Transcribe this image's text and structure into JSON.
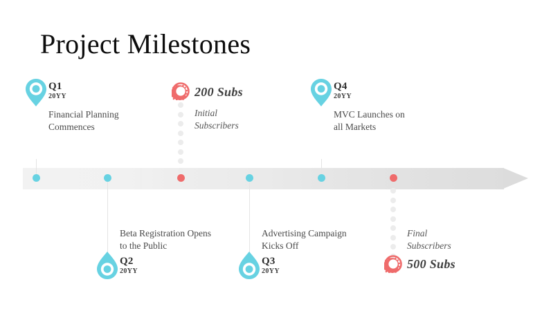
{
  "slide": {
    "title": "Project Milestones",
    "background": "#ffffff"
  },
  "colors": {
    "teal": "#67d2e2",
    "red": "#ef6b6b",
    "bar_light": "#f2f2f2",
    "bar_dark": "#dcdcdc",
    "dot_gray": "#ececec",
    "text": "#4a4a4a"
  },
  "timeline": {
    "bar_dots": [
      {
        "color": "teal"
      },
      {
        "color": "teal"
      },
      {
        "color": "red"
      },
      {
        "color": "teal"
      },
      {
        "color": "teal"
      },
      {
        "color": "red"
      }
    ]
  },
  "milestones": [
    {
      "id": "q1",
      "marker": "pin",
      "position": "above",
      "label": "Q1",
      "year": "20YY",
      "desc_line1": "Financial Planning",
      "desc_line2": "Commences"
    },
    {
      "id": "initial-subs",
      "marker": "gear",
      "position": "above",
      "label": "200 Subs",
      "desc_line1": "Initial",
      "desc_line2": "Subscribers"
    },
    {
      "id": "q4",
      "marker": "pin",
      "position": "above",
      "label": "Q4",
      "year": "20YY",
      "desc_line1": "MVC Launches on",
      "desc_line2": "all Markets"
    },
    {
      "id": "q2",
      "marker": "pin",
      "position": "below",
      "label": "Q2",
      "year": "20YY",
      "desc_line1": "Beta Registration Opens",
      "desc_line2": "to the Public"
    },
    {
      "id": "q3",
      "marker": "pin",
      "position": "below",
      "label": "Q3",
      "year": "20YY",
      "desc_line1": "Advertising Campaign",
      "desc_line2": "Kicks Off"
    },
    {
      "id": "final-subs",
      "marker": "gear",
      "position": "below",
      "label": "500 Subs",
      "desc_line1": "Final",
      "desc_line2": "Subscribers"
    }
  ]
}
